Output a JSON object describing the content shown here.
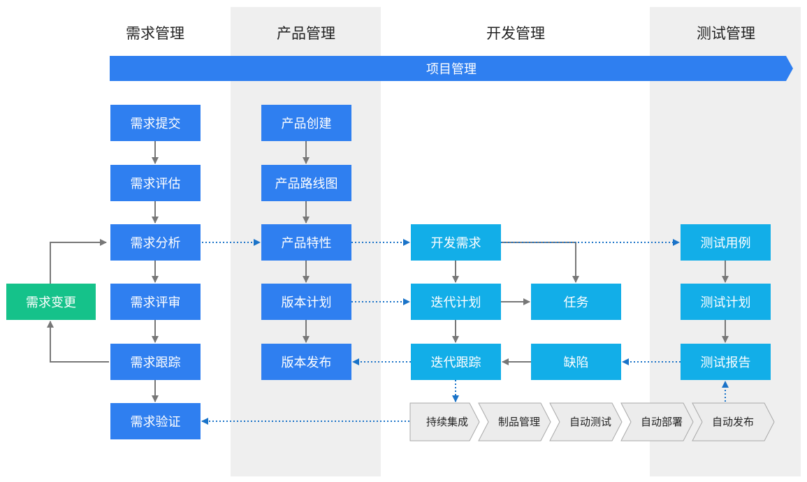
{
  "lanes": [
    "需求管理",
    "产品管理",
    "开发管理",
    "测试管理"
  ],
  "band": {
    "label": "项目管理",
    "color": "#2f7ff0"
  },
  "nodes": {
    "req_submit": "需求提交",
    "req_eval": "需求评估",
    "req_analysis": "需求分析",
    "req_review": "需求评审",
    "req_track": "需求跟踪",
    "req_verify": "需求验证",
    "req_change": "需求变更",
    "prod_create": "产品创建",
    "prod_roadmap": "产品路线图",
    "prod_feature": "产品特性",
    "version_plan": "版本计划",
    "version_release": "版本发布",
    "dev_req": "开发需求",
    "iter_plan": "迭代计划",
    "iter_track": "迭代跟踪",
    "task": "任务",
    "defect": "缺陷",
    "test_case": "测试用例",
    "test_plan": "测试计划",
    "test_report": "测试报告"
  },
  "pipeline": [
    [
      "持续",
      "集成"
    ],
    [
      "制品",
      "管理"
    ],
    [
      "自动",
      "测试"
    ],
    [
      "自动",
      "部署"
    ],
    [
      "自动",
      "发布"
    ]
  ],
  "colors": {
    "blue": "#2f7ff0",
    "cyan": "#12aee8",
    "green": "#15c28a",
    "lane_bg": "#efefef",
    "arrow_gray": "#777777",
    "arrow_dotted": "#1a73c8"
  }
}
